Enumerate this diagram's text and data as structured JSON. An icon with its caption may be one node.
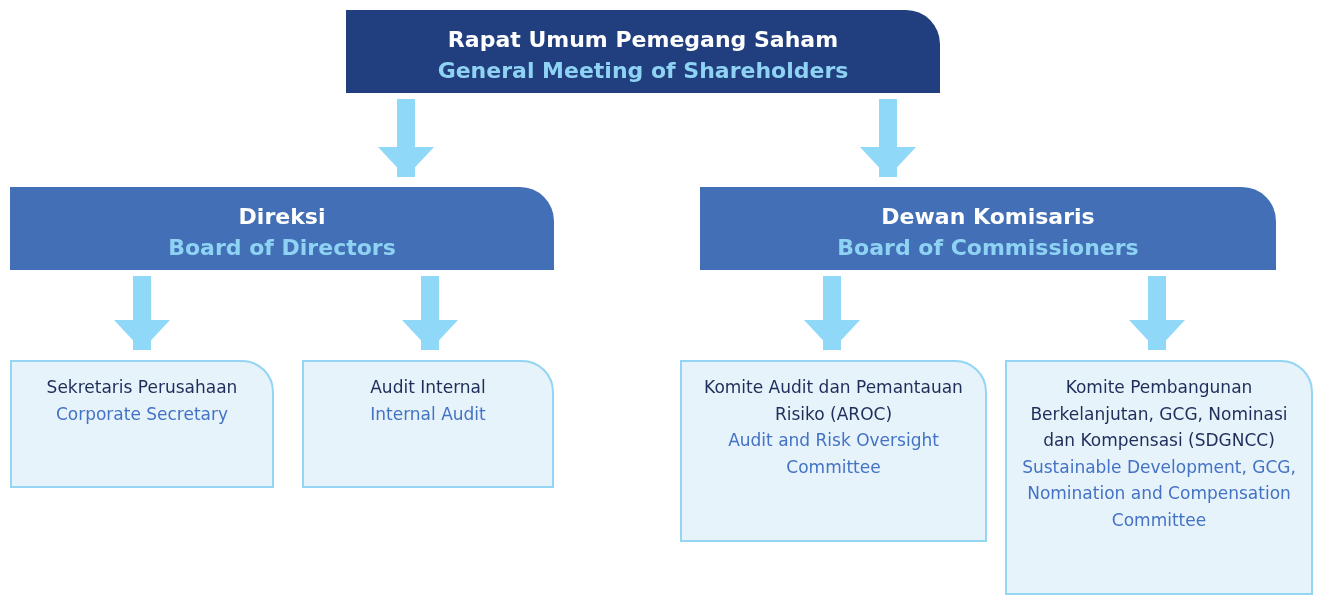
{
  "diagram": {
    "nodes": [
      {
        "text": [
          "Rapat Umum Pemegang Saham",
          "General Meeting of Shareholders"
        ]
      },
      {
        "text": [
          "Direksi",
          "Board of Directors"
        ]
      },
      {
        "text": [
          "Dewan Komisaris",
          "Board of Commissioners"
        ]
      },
      {
        "text": [
          "Sekretaris Perusahaan",
          "Corporate Secretary"
        ]
      },
      {
        "text": [
          "Audit Internal",
          "Internal Audit"
        ]
      },
      {
        "text": [
          "Komite Audit dan Pemantauan Risiko (AROC)",
          "Audit and Risk Oversight Committee"
        ]
      },
      {
        "text": [
          "Komite Pembangunan Berkelanjutan, GCG, Nominasi dan Kompensasi (SDGNCC)",
          "Sustainable Development, GCG, Nomination and Compensation Committee"
        ]
      }
    ],
    "edges": [
      {
        "from": 0,
        "to": 1,
        "arrow": "to"
      },
      {
        "from": 0,
        "to": 2,
        "arrow": "to"
      },
      {
        "from": 1,
        "to": 3,
        "arrow": "to"
      },
      {
        "from": 1,
        "to": 4,
        "arrow": "to"
      },
      {
        "from": 2,
        "to": 5,
        "arrow": "to"
      },
      {
        "from": 2,
        "to": 6,
        "arrow": "to"
      }
    ]
  }
}
